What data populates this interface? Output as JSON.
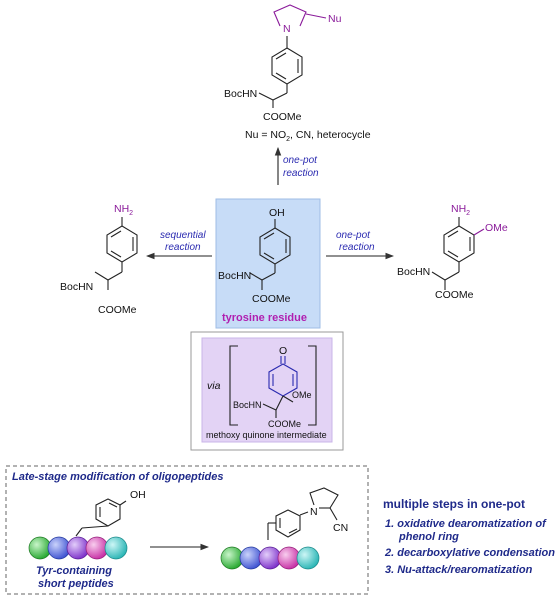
{
  "top": {
    "nu_label": "Nu",
    "n_label": "N",
    "bochn": "BocHN",
    "coome": "COOMe",
    "nu_def_pre": "Nu = NO",
    "nu_def_sub": "2",
    "nu_def_post": ", CN, heterocycle",
    "arrow_label_1": "one-pot",
    "arrow_label_2": "reaction"
  },
  "center": {
    "oh": "OH",
    "bochn": "BocHN",
    "coome": "COOMe",
    "caption": "tyrosine residue",
    "box_color": "#c7dcf7"
  },
  "left": {
    "nh2_pre": "NH",
    "nh2_sub": "2",
    "bochn": "BocHN",
    "coome": "COOMe",
    "arrow_label_1": "sequential",
    "arrow_label_2": "reaction"
  },
  "right": {
    "nh2_pre": "NH",
    "nh2_sub": "2",
    "ome": "OMe",
    "bochn": "BocHN",
    "coome": "COOMe",
    "arrow_label_1": "one-pot",
    "arrow_label_2": "reaction"
  },
  "intermediate": {
    "via": "via",
    "o": "O",
    "ome": "OMe",
    "bochn": "BocHN",
    "coome": "COOMe",
    "caption": "methoxy quinone intermediate",
    "box_color": "#e3d3f5"
  },
  "bottom": {
    "title": "Late-stage modification of oligopeptides",
    "oh": "OH",
    "caption_1": "Tyr-containing",
    "caption_2": "short peptides",
    "n_label": "N",
    "cn_label": "CN",
    "steps_title": "multiple steps in one-pot",
    "step_1a": "1. oxidative dearomatization of",
    "step_1b": "phenol ring",
    "step_2": "2. decarboxylative condensation",
    "step_3": "3. Nu-attack/rearomatization",
    "bead_colors": [
      "#33c93a",
      "#4a63e0",
      "#8a3ad6",
      "#d33ab0",
      "#33c6c6"
    ]
  }
}
